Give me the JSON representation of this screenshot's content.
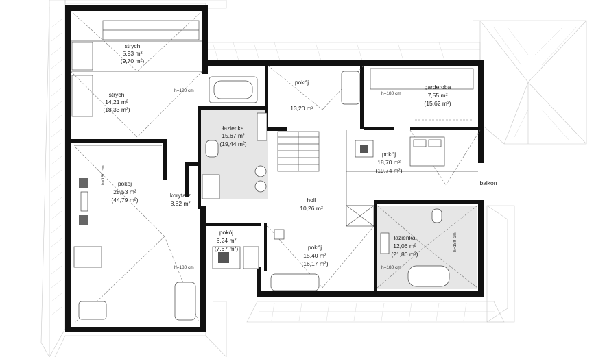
{
  "rooms": {
    "strych_top": {
      "name": "strych",
      "area": "5,93 m²",
      "area_gross": "(9,70 m²)"
    },
    "strych_mid": {
      "name": "strych",
      "area": "14,21 m²",
      "area_gross": "(18,33 m²)"
    },
    "pokoj_left": {
      "name": "pokój",
      "area": "28,53 m²",
      "area_gross": "(44,79 m²)"
    },
    "lazienka_top": {
      "name": "łazienka",
      "area": "15,67 m²",
      "area_gross": "(19,44 m²)"
    },
    "korytarz": {
      "name": "korytarz",
      "area": "8,82 m²"
    },
    "pokoj_top": {
      "name": "pokój",
      "area": "13,20 m²"
    },
    "garderoba": {
      "name": "garderoba",
      "area": "7,55 m²",
      "area_gross": "(15,62 m²)"
    },
    "pokoj_right": {
      "name": "pokój",
      "area": "18,70 m²",
      "area_gross": "(19,74 m²)"
    },
    "holl": {
      "name": "holl",
      "area": "10,26 m²"
    },
    "pokoj_small": {
      "name": "pokój",
      "area": "6,24 m²",
      "area_gross": "(7,67 m²)"
    },
    "pokoj_bottom": {
      "name": "pokój",
      "area": "15,40 m²",
      "area_gross": "(16,17 m²)"
    },
    "lazienka_right": {
      "name": "łazienka",
      "area": "12,06 m²",
      "area_gross": "(21,80 m²)"
    },
    "balkon": {
      "name": "balkon"
    }
  },
  "dimensions": {
    "h180": "h=180 cm"
  }
}
